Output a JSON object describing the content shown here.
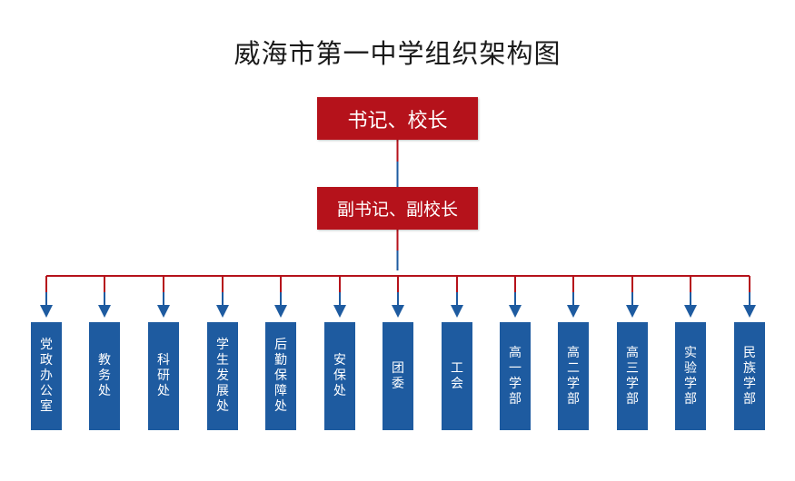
{
  "title": "威海市第一中学组织架构图",
  "top": {
    "label": "书记、校长"
  },
  "deputy": {
    "label": "副书记、副校长"
  },
  "departments": [
    {
      "label": "党政办公室"
    },
    {
      "label": "教务处"
    },
    {
      "label": "科研处"
    },
    {
      "label": "学生发展处"
    },
    {
      "label": "后勤保障处"
    },
    {
      "label": "安保处"
    },
    {
      "label": "团委"
    },
    {
      "label": "工会"
    },
    {
      "label": "高一学部"
    },
    {
      "label": "高二学部"
    },
    {
      "label": "高三学部"
    },
    {
      "label": "实验学部"
    },
    {
      "label": "民族学部"
    }
  ],
  "colors": {
    "leadership": "#b5121b",
    "department": "#1e5ba0",
    "connector_red": "#b5121b",
    "connector_blue": "#1e5ba0"
  }
}
